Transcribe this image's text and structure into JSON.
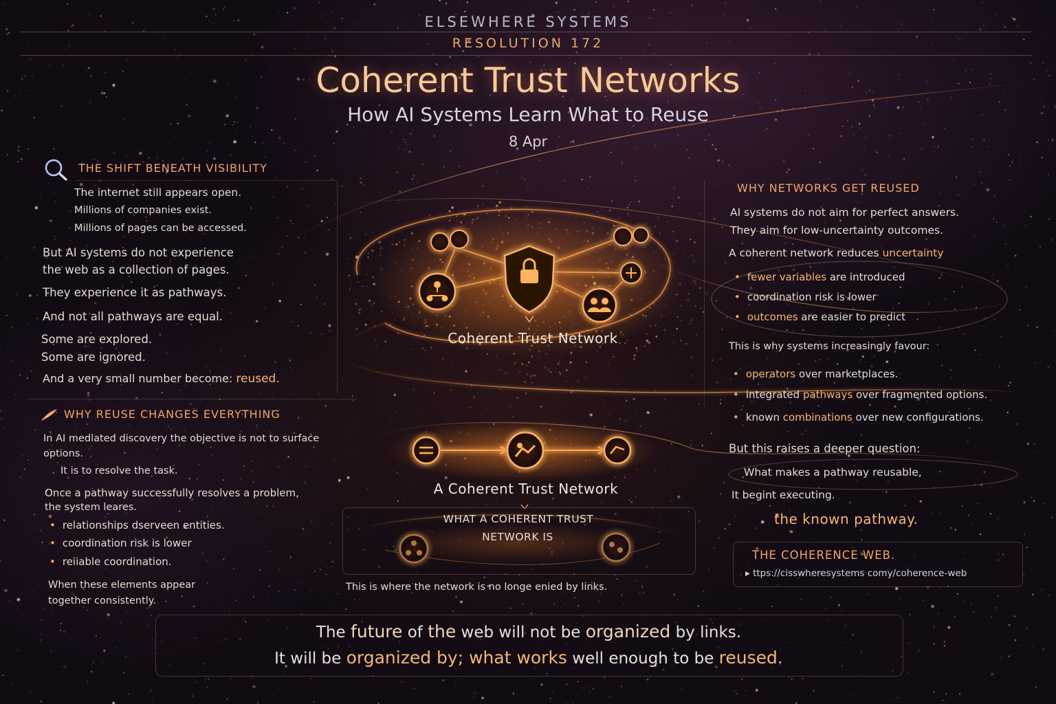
{
  "header": {
    "org": "ELSEWHERE SYSTEMS",
    "resolution": "RESOLUTION 172",
    "title": "Coherent Trust Networks",
    "subtitle": "How AI Systems Learn What to Reuse",
    "date": "8 Apr"
  },
  "left": {
    "shift": {
      "heading": "THE SHIFT BENEATH VISIBILITY",
      "lines": [
        "The internet still appears open.",
        "Millions of companies exist.",
        "Millions of pages can be accessed.",
        "But AI systems do not experience",
        "the web as a collection of pages.",
        "They experience it as pathways.",
        "And not all pathways are equal.",
        "Some are explored.",
        "Some are ignored."
      ],
      "last_prefix": "And a very small number become: ",
      "last_highlight": "reused."
    },
    "reuse": {
      "heading": "WHY REUSE CHANGES EVERYTHING",
      "lines": [
        "In AI medlated discovery the objective is not to surface",
        "options.",
        "It is to resolve the task.",
        "Once a pathway successfully resolves a problem,",
        "the system leares."
      ],
      "bullets": [
        "relationships dserveen entities.",
        "coordination risk is lower",
        "reiiable coordination."
      ],
      "closing": [
        "When these elements appear",
        "together consistently."
      ]
    }
  },
  "center": {
    "label_top": "Coherent Trust Network",
    "label_mid": "A Coherent Trust Network",
    "box_title_1": "WHAT A COHERENT TRUST",
    "box_title_2": "NETWORK IS",
    "caption": "This is where the network is no longe enied by links."
  },
  "right": {
    "heading": "WHY NETWORKS GET REUSED",
    "intro": [
      "AI systems do not aim for perfect answers.",
      "They aim for low-uncertainty outcomes."
    ],
    "reduces_prefix": "A coherent network reduces ",
    "reduces_highlight": "uncertainty",
    "bullets_a": [
      {
        "hl": "fewer variables",
        "rest": " are introduced"
      },
      {
        "hl": "",
        "rest": "coordination risk is lower"
      },
      {
        "hl": "outcomes",
        "rest": " are easier to predict"
      }
    ],
    "favour": "This is why systems increasingly favour:",
    "bullets_b": [
      {
        "hl": "operators",
        "rest": " over marketplaces."
      },
      {
        "pre": "integrated ",
        "hl": "pathways",
        "rest": " over fragmented options."
      },
      {
        "pre": "known ",
        "hl": "combinations",
        "rest": " over new configurations."
      }
    ],
    "deeper": "But this raises a deeper question:",
    "question": "What makes a pathway reusable,",
    "executing": "It begint executing.",
    "known": "the known pathway.",
    "web_title": "THE COHERENCE WEB.",
    "web_link": "▸ ttps://cisswheresystems comy/coherence-web"
  },
  "footer": {
    "line1": [
      {
        "t": "The ",
        "h": false
      },
      {
        "t": "future",
        "h": true
      },
      {
        "t": " of ",
        "h": false
      },
      {
        "t": "the",
        "h": true
      },
      {
        "t": " web will not be ",
        "h": false
      },
      {
        "t": "organized",
        "h": true
      },
      {
        "t": " by links.",
        "h": false
      }
    ],
    "line2": [
      {
        "t": "It will be ",
        "h": false
      },
      {
        "t": "organized by; ",
        "h": true
      },
      {
        "t": "what works",
        "h": true
      },
      {
        "t": " well enough to be ",
        "h": false
      },
      {
        "t": "reused.",
        "h": true
      }
    ]
  },
  "colors": {
    "accent": "#f2a66b",
    "glow": "#ff9a3c",
    "title": "#f6c99a",
    "background": "#120b14"
  },
  "icons": [
    "search-icon",
    "quill-icon",
    "shield-lock-icon",
    "users-icon",
    "org-chart-icon",
    "network-node-icon",
    "handshake-icon"
  ]
}
